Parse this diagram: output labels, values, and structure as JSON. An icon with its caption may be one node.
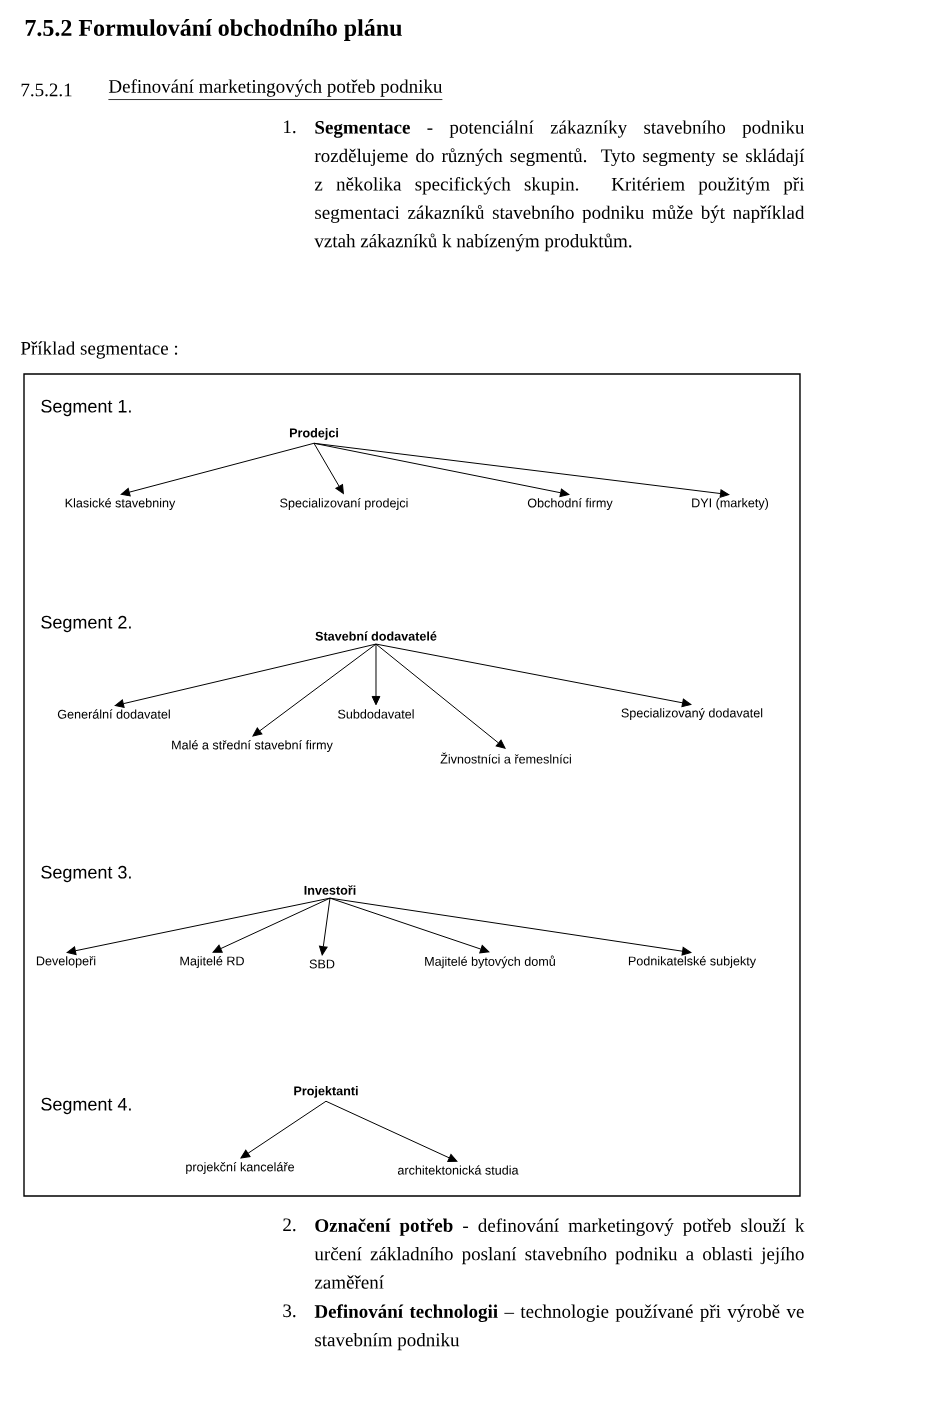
{
  "diagram": {
    "title": "7.5.2 Formulování obchodního plánu",
    "nodes": [
      {
        "text": [
          "Prodejci"
        ]
      },
      {
        "text": [
          "Klasické stavebniny"
        ]
      },
      {
        "text": [
          "Specializovaní prodejci"
        ]
      },
      {
        "text": [
          "Obchodní firmy"
        ]
      },
      {
        "text": [
          "DYI (markety)"
        ]
      },
      {
        "text": [
          "Stavební dodavatelé"
        ]
      },
      {
        "text": [
          "Generální dodavatel"
        ]
      },
      {
        "text": [
          "Malé a střední stavební firmy"
        ]
      },
      {
        "text": [
          "Subdodavatel"
        ]
      },
      {
        "text": [
          "Živnostníci a řemeslníci"
        ]
      },
      {
        "text": [
          "Specializovaný dodavatel"
        ]
      },
      {
        "text": [
          "Investoři"
        ]
      },
      {
        "text": [
          "Developeři"
        ]
      },
      {
        "text": [
          "Majitelé RD"
        ]
      },
      {
        "text": [
          "SBD"
        ]
      },
      {
        "text": [
          "Majitelé bytových domů"
        ]
      },
      {
        "text": [
          "Podnikatelské subjekty"
        ]
      },
      {
        "text": [
          "Projektanti"
        ]
      },
      {
        "text": [
          "projekční kanceláře"
        ]
      },
      {
        "text": [
          "architektonická studia"
        ]
      }
    ],
    "edges": [
      {
        "from": 0,
        "to": 1,
        "arrow": "to"
      },
      {
        "from": 0,
        "to": 2,
        "arrow": "to"
      },
      {
        "from": 0,
        "to": 3,
        "arrow": "to"
      },
      {
        "from": 0,
        "to": 4,
        "arrow": "to"
      },
      {
        "from": 5,
        "to": 6,
        "arrow": "to"
      },
      {
        "from": 5,
        "to": 7,
        "arrow": "to"
      },
      {
        "from": 5,
        "to": 8,
        "arrow": "to"
      },
      {
        "from": 5,
        "to": 9,
        "arrow": "to"
      },
      {
        "from": 5,
        "to": 10,
        "arrow": "to"
      },
      {
        "from": 11,
        "to": 12,
        "arrow": "to"
      },
      {
        "from": 11,
        "to": 13,
        "arrow": "to"
      },
      {
        "from": 11,
        "to": 14,
        "arrow": "to"
      },
      {
        "from": 11,
        "to": 15,
        "arrow": "to"
      },
      {
        "from": 11,
        "to": 16,
        "arrow": "to"
      },
      {
        "from": 17,
        "to": 18,
        "arrow": "to"
      },
      {
        "from": 17,
        "to": 19,
        "arrow": "to"
      }
    ],
    "labels": [
      "7.5.2.1",
      "Definování marketingových potřeb podniku",
      "1.",
      "**Segmentace** - potenciální zákazníky stavebního podniku rozdělujeme do různých segmentů. Tyto segmenty se skládají z několika specifických skupin. Kritériem použitým při segmentaci zákazníků stavebního podniku může být například vztah zákazníků k nabízeným produktům.",
      "Příklad segmentace :",
      "Segment 1.",
      "Segment 2.",
      "Segment 3.",
      "Segment 4.",
      "2.",
      "**Označení potřeb** - definování marketingový potřeb slouží k určení základního poslaní stavebního podniku a oblasti jejího zaměření",
      "3.",
      "**Definování technologii** – technologie používané při výrobě ve stavebním podniku"
    ]
  }
}
